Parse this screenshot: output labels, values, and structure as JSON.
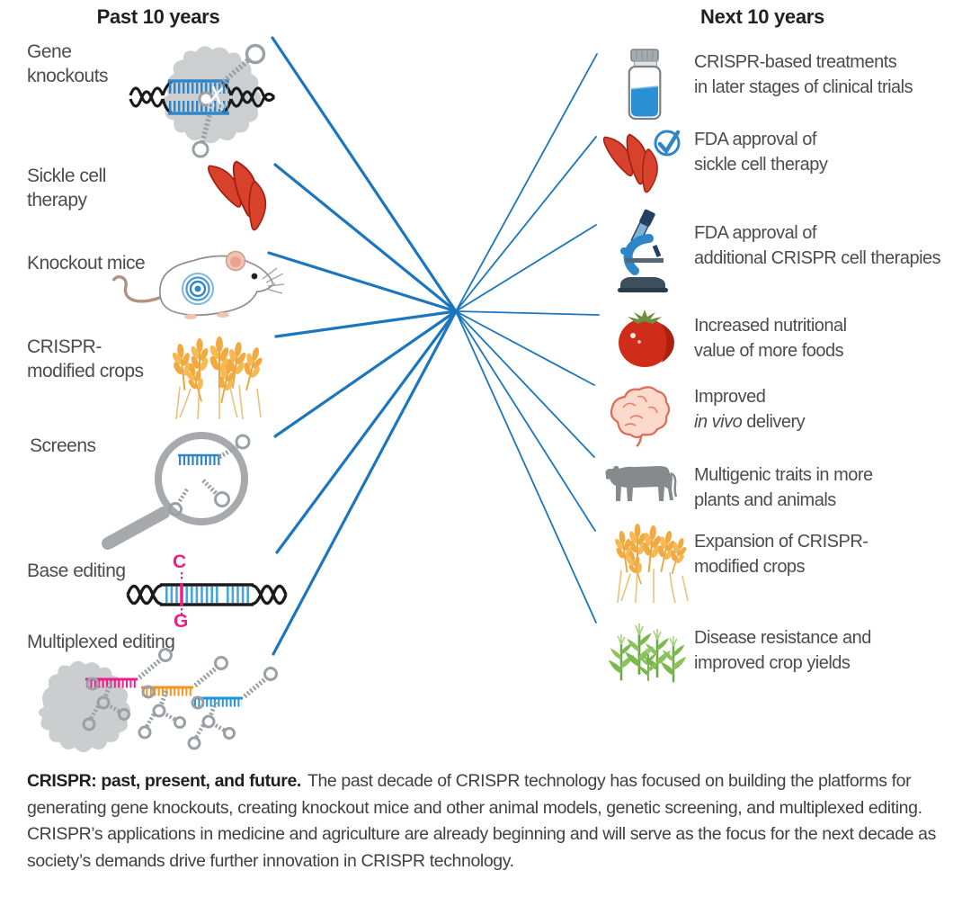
{
  "left_column": {
    "header": "Past 10 years",
    "items": [
      {
        "label": "Gene knockouts",
        "icon": "cas9-dna-cut-icon"
      },
      {
        "label": "Sickle cell therapy",
        "icon": "sickle-cells-icon"
      },
      {
        "label": "Knockout mice",
        "icon": "knockout-mouse-icon"
      },
      {
        "label": "CRISPR-modified crops",
        "icon": "wheat-icon"
      },
      {
        "label": "Screens",
        "icon": "magnifier-grna-icon"
      },
      {
        "label": "Base editing",
        "icon": "base-editing-dna-icon",
        "base_from": "C",
        "base_to": "G"
      },
      {
        "label": "Multiplexed editing",
        "icon": "multiplexed-grna-icon"
      }
    ]
  },
  "right_column": {
    "header": "Next 10 years",
    "items": [
      {
        "icon": "vial-icon",
        "lines": [
          "CRISPR-based treatments",
          "in later stages of clinical trials"
        ]
      },
      {
        "icon": "sickle-cells-check-icon",
        "lines": [
          "FDA approval of",
          "sickle cell therapy"
        ]
      },
      {
        "icon": "microscope-icon",
        "lines": [
          "FDA approval of",
          "additional CRISPR cell therapies"
        ]
      },
      {
        "icon": "tomato-icon",
        "lines": [
          "Increased nutritional",
          "value of more foods"
        ]
      },
      {
        "icon": "brain-icon",
        "line1": "Improved",
        "line2_italic": "in vivo",
        "line2_rest": " delivery"
      },
      {
        "icon": "cow-icon",
        "lines": [
          "Multigenic traits in more",
          "plants and animals"
        ]
      },
      {
        "icon": "wheat-icon",
        "lines": [
          "Expansion of CRISPR-",
          "modified crops"
        ]
      },
      {
        "icon": "corn-icon",
        "lines": [
          "Disease resistance and",
          "improved crop yields"
        ]
      }
    ]
  },
  "caption": {
    "title": "CRISPR: past, present, and future.",
    "body": "The past decade of CRISPR technology has focused on building the platforms for generating gene knockouts, creating knockout mice and other animal models, genetic screening, and multiplexed editing. CRISPR’s applications in medicine and agriculture are already beginning and will serve as the focus for the next decade as society’s demands drive further innovation in CRISPR technology."
  },
  "colors": {
    "connector_blue": "#1b76bd",
    "accent_blue": "#2e86c8",
    "sickle_red": "#d8412c",
    "magenta": "#ec1e8c",
    "orange": "#f7941d",
    "wheat_orange": "#f0a541",
    "corn_green": "#7cb84d",
    "scaffold_gray": "#9aa0a5",
    "label_text": "#4b4c4e"
  }
}
